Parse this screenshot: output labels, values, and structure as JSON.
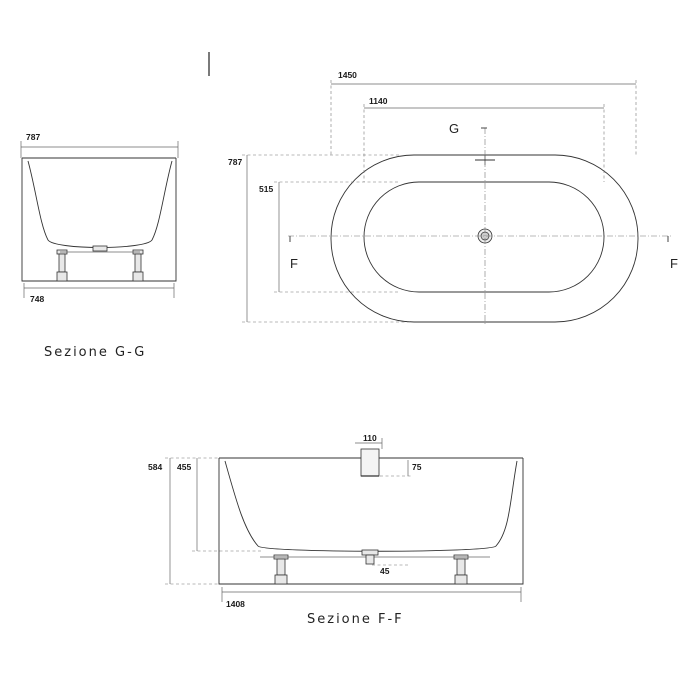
{
  "plan_view": {
    "dim_overall_length": "1450",
    "dim_inner_length": "1140",
    "dim_overall_width": "787",
    "dim_inner_width": "515",
    "section_mark_g": "G",
    "section_mark_f_left": "F",
    "section_mark_f_right": "F"
  },
  "section_gg": {
    "dim_top_width": "787",
    "dim_bottom_width": "748",
    "title": "Sezione G-G"
  },
  "section_ff": {
    "dim_overflow_width": "110",
    "dim_overflow_height": "75",
    "dim_total_height": "584",
    "dim_inner_depth": "455",
    "dim_drain": "45",
    "dim_bottom_length": "1408",
    "title": "Sezione F-F"
  }
}
